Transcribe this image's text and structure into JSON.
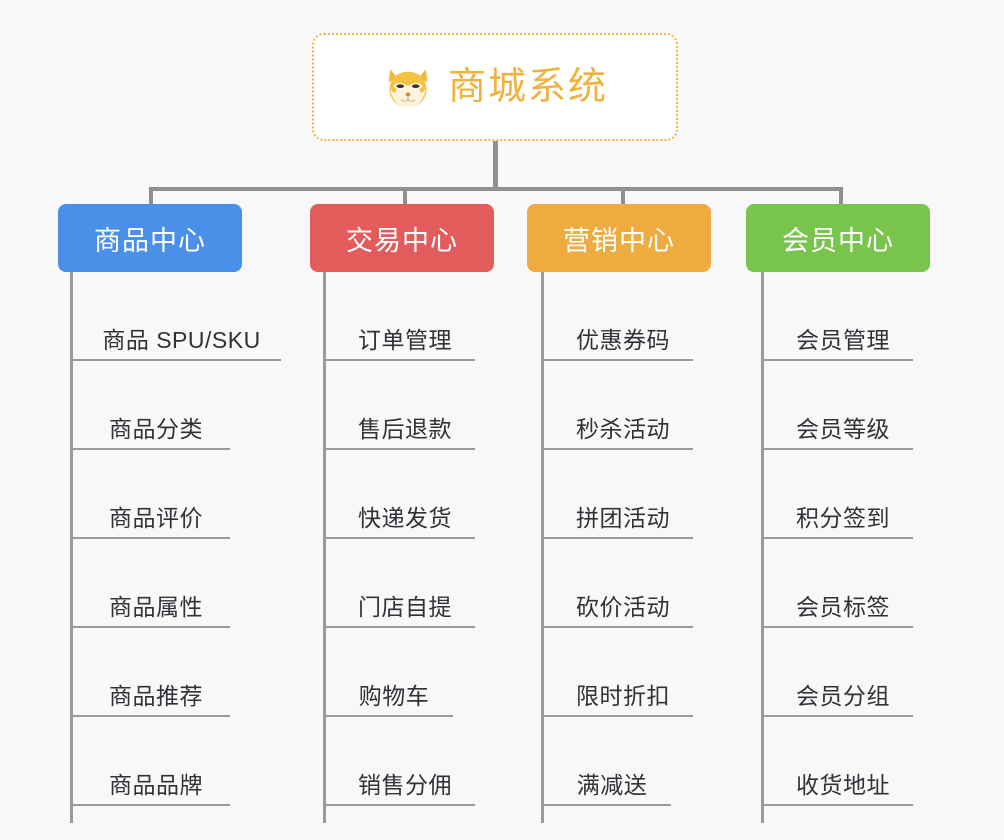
{
  "diagram": {
    "type": "mindmap",
    "background_color": "#f8f8f8",
    "connector_color": "#909090",
    "root": {
      "title": "商城系统",
      "icon": "shiba-dog-icon",
      "text_color": "#f0b23c",
      "border_color": "#f0b44a",
      "background_color": "#ffffff"
    },
    "branches": [
      {
        "label": "商品中心",
        "color": "#4a90e8",
        "items": [
          "商品 SPU/SKU",
          "商品分类",
          "商品评价",
          "商品属性",
          "商品推荐",
          "商品品牌"
        ]
      },
      {
        "label": "交易中心",
        "color": "#e35c5c",
        "items": [
          "订单管理",
          "售后退款",
          "快递发货",
          "门店自提",
          "购物车",
          "销售分佣"
        ]
      },
      {
        "label": "营销中心",
        "color": "#eeab3f",
        "items": [
          "优惠券码",
          "秒杀活动",
          "拼团活动",
          "砍价活动",
          "限时折扣",
          "满减送"
        ]
      },
      {
        "label": "会员中心",
        "color": "#79c44d",
        "items": [
          "会员管理",
          "会员等级",
          "积分签到",
          "会员标签",
          "会员分组",
          "收货地址"
        ]
      }
    ]
  }
}
